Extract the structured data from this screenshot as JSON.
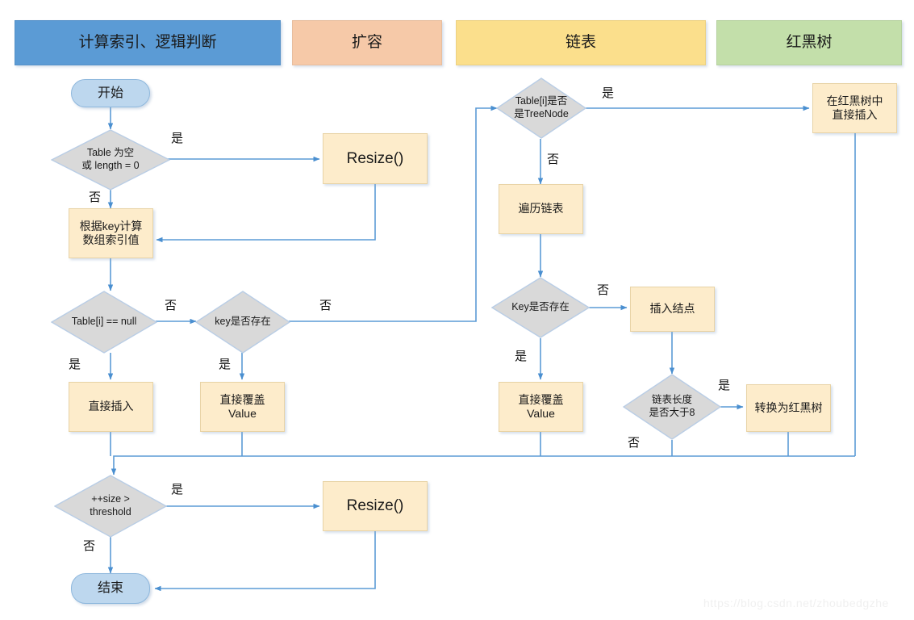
{
  "diagram": {
    "title": "HashMap put flowchart",
    "watermark": "https://blog.csdn.net/zhoubedgzhe"
  },
  "colors": {
    "banner_blue": "#5b9bd5",
    "banner_peach": "#f6c9a8",
    "banner_yellow": "#fbdf8c",
    "banner_green": "#c3dfaa",
    "terminator": "#bdd7ee",
    "process": "#fdeccb",
    "decision": "#d9d9d9",
    "edge": "#5b9bd5"
  },
  "banners": [
    {
      "label": "计算索引、逻辑判断",
      "color": "blue"
    },
    {
      "label": "扩容",
      "color": "peach"
    },
    {
      "label": "链表",
      "color": "yellow"
    },
    {
      "label": "红黑树",
      "color": "green"
    }
  ],
  "nodes": {
    "start": {
      "label": "开始"
    },
    "table_empty": {
      "label": "Table 为空\n或 length = 0"
    },
    "resize_top": {
      "label": "Resize()"
    },
    "calc_index": {
      "label": "根据key计算\n数组索引值"
    },
    "table_i_null": {
      "label": "Table[i] == null"
    },
    "key_exists1": {
      "label": "key是否存在"
    },
    "direct_insert": {
      "label": "直接插入"
    },
    "overwrite1": {
      "label": "直接覆盖\nValue"
    },
    "is_treenode": {
      "label": "Table[i]是否\n是TreeNode"
    },
    "traverse": {
      "label": "遍历链表"
    },
    "key_exists2": {
      "label": "Key是否存在"
    },
    "overwrite2": {
      "label": "直接覆盖\nValue"
    },
    "insert_node": {
      "label": "插入结点"
    },
    "list_len_gt8": {
      "label": "链表长度\n是否大于8"
    },
    "to_rbtree": {
      "label": "转换为红黑树"
    },
    "rb_insert": {
      "label": "在红黑树中\n直接插入"
    },
    "size_threshold": {
      "label": "++size >\nthreshold"
    },
    "resize_bottom": {
      "label": "Resize()"
    },
    "end": {
      "label": "结束"
    }
  },
  "edge_labels": {
    "e1_yes": "是",
    "e1_no": "否",
    "e2_no": "否",
    "e2_yes": "是",
    "e3_no": "否",
    "e3_yes": "是",
    "e4_yes": "是",
    "e4_no": "否",
    "e5_no": "否",
    "e5_yes": "是",
    "e6_yes": "是",
    "e6_no": "否",
    "e7_yes": "是",
    "e7_no": "否"
  }
}
